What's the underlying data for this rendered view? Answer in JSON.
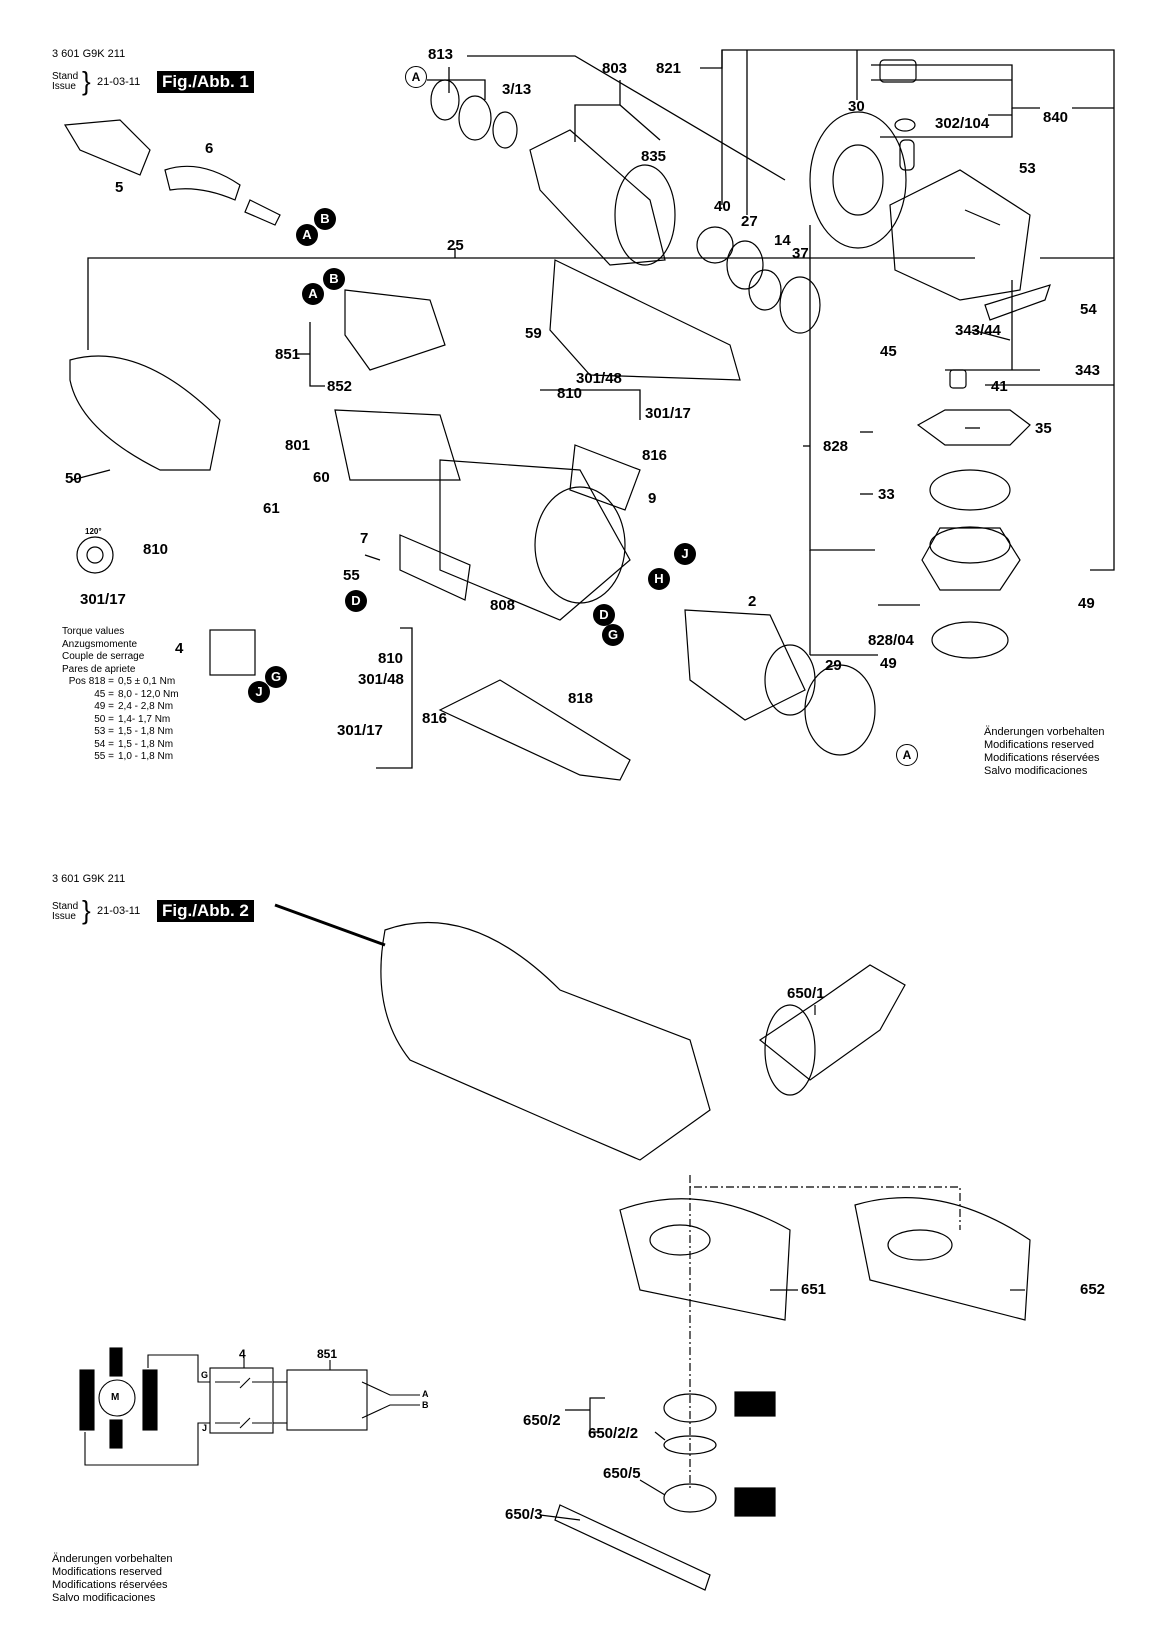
{
  "figures": [
    {
      "doc_number": "3 601 G9K 211",
      "stand_label": "Stand",
      "issue_label": "Issue",
      "date": "21-03-11",
      "fig_label": "Fig./Abb. 1"
    },
    {
      "doc_number": "3 601 G9K 211",
      "stand_label": "Stand",
      "issue_label": "Issue",
      "date": "21-03-11",
      "fig_label": "Fig./Abb. 2"
    }
  ],
  "fig1_labels": {
    "p813": "813",
    "p803": "803",
    "p821": "821",
    "p3_13": "3/13",
    "p835": "835",
    "p30": "30",
    "p302_104": "302/104",
    "p840": "840",
    "p53": "53",
    "p40": "40",
    "p27": "27",
    "p14": "14",
    "p37": "37",
    "p5": "5",
    "p6": "6",
    "p25": "25",
    "p851": "851",
    "p852": "852",
    "p59": "59",
    "p301_48a": "301/48",
    "p810a": "810",
    "p301_17a": "301/17",
    "p816a": "816",
    "p45": "45",
    "p54": "54",
    "p343_44": "343/44",
    "p343": "343",
    "p41": "41",
    "p35": "35",
    "p828": "828",
    "p33": "33",
    "p49a": "49",
    "p828_04": "828/04",
    "p49b": "49",
    "p801": "801",
    "p60": "60",
    "p61": "61",
    "p50": "50",
    "p810b": "810",
    "p301_17b": "301/17",
    "angle": "120°",
    "p7": "7",
    "p55": "55",
    "p9": "9",
    "p808": "808",
    "p2": "2",
    "p29": "29",
    "p4": "4",
    "p810c": "810",
    "p301_48b": "301/48",
    "p301_17c": "301/17",
    "p816b": "816",
    "p818": "818"
  },
  "fig1_markers": {
    "A": "A",
    "B": "B",
    "D": "D",
    "G": "G",
    "H": "H",
    "J": "J"
  },
  "torque": {
    "titles": [
      "Torque values",
      "Anzugsmomente",
      "Couple de serrage",
      "Pares de apriete"
    ],
    "rows": [
      {
        "pos": "Pos 818 =",
        "value": "0,5 ± 0,1 Nm"
      },
      {
        "pos": "45 =",
        "value": "8,0 - 12,0 Nm"
      },
      {
        "pos": "49 =",
        "value": "2,4 - 2,8 Nm"
      },
      {
        "pos": "50 =",
        "value": "1,4- 1,7 Nm"
      },
      {
        "pos": "53 =",
        "value": "1,5 - 1,8 Nm"
      },
      {
        "pos": "54 =",
        "value": "1,5 - 1,8 Nm"
      },
      {
        "pos": "55 =",
        "value": "1,0 - 1,8 Nm"
      }
    ]
  },
  "disclaimer": [
    "Änderungen vorbehalten",
    "Modifications reserved",
    "Modifications réservées",
    "Salvo modificaciones"
  ],
  "fig2_labels": {
    "p650_1": "650/1",
    "p651": "651",
    "p652": "652",
    "p650_2": "650/2",
    "p650_2_2": "650/2/2",
    "p650_5": "650/5",
    "p650_3": "650/3"
  },
  "wiring": {
    "switch_label": "4",
    "filter_label": "851",
    "motor_label": "M",
    "terminal_g": "G",
    "terminal_j": "J",
    "line_a": "A",
    "line_b": "B"
  }
}
